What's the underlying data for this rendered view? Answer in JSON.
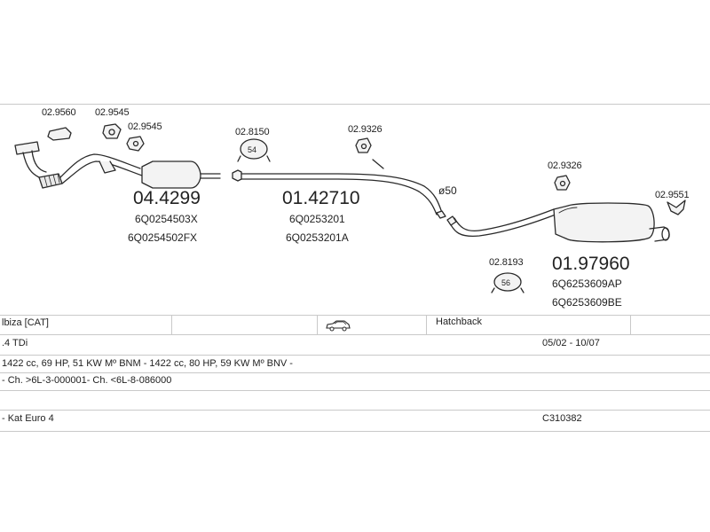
{
  "parts": {
    "p_029560": "02.9560",
    "p_029545a": "02.9545",
    "p_029545b": "02.9545",
    "p_028150": "02.8150",
    "p_029326a": "02.9326",
    "p_029326b": "02.9326",
    "p_029551": "02.9551",
    "p_028193": "02.8193",
    "main_1_code": "04.4299",
    "main_1_ref1": "6Q0254503X",
    "main_1_ref2": "6Q0254502FX",
    "main_2_code": "01.42710",
    "main_2_ref1": "6Q0253201",
    "main_2_ref2": "6Q0253201A",
    "main_3_code": "01.97960",
    "main_3_ref1": "6Q6253609AP",
    "main_3_ref2": "6Q6253609BE",
    "clamp_54": "54",
    "clamp_56": "56",
    "diameter": "ø50"
  },
  "table": {
    "model": "lbiza  [CAT]",
    "body_type": "Hatchback",
    "engine": ".4 TDi",
    "years": "05/02 - 10/07",
    "spec": "1422 cc, 69 HP, 51 KW Mº BNM - 1422 cc, 80 HP, 59 KW Mº BNV -",
    "chassis": "- Ch. >6L-3-000001- Ch. <6L-8-086000",
    "norm": "- Kat Euro 4",
    "ref": "C310382"
  },
  "colors": {
    "line": "#2a2a2a",
    "grid": "#c9c9c9",
    "fill": "#f3f3f3"
  },
  "icons": [
    "car-icon"
  ]
}
